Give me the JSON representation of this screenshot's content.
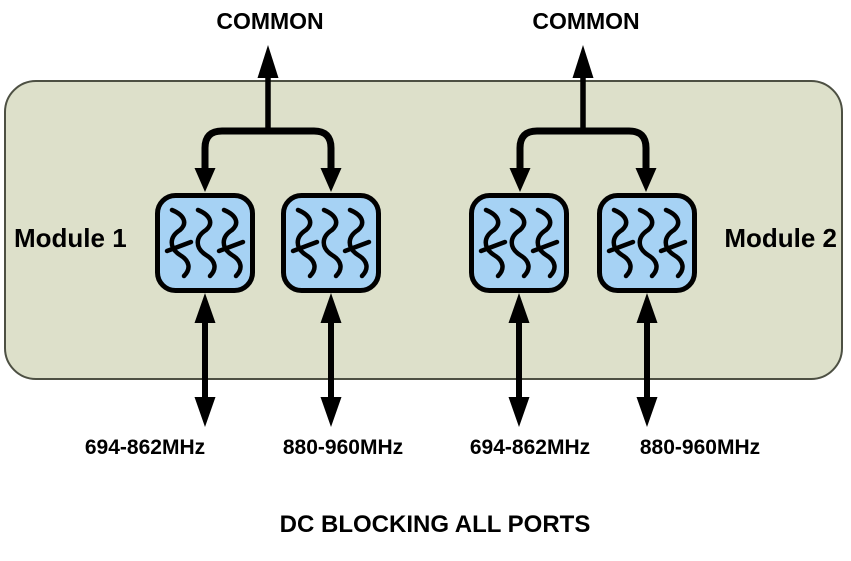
{
  "modules": [
    {
      "label": "Module 1",
      "common_label": "COMMON",
      "filters": [
        {
          "port_label": "694-862MHz"
        },
        {
          "port_label": "880-960MHz"
        }
      ]
    },
    {
      "label": "Module 2",
      "common_label": "COMMON",
      "filters": [
        {
          "port_label": "694-862MHz"
        },
        {
          "port_label": "880-960MHz"
        }
      ]
    }
  ],
  "footer": {
    "note": "DC BLOCKING ALL PORTS"
  },
  "icons": {
    "filter_symbol": "squiggle-filter-icon",
    "common_arrow": "up-arrow-icon",
    "splitter": "split-branch-arrows-icon",
    "port_arrow": "double-headed-vertical-arrow-icon"
  },
  "colors": {
    "background": "#ffffff",
    "enclosure_fill": "#dde0ca",
    "enclosure_border": "#4d5043",
    "filter_fill": "#a6d2f4",
    "filter_border": "#000000",
    "arrow": "#000000",
    "text": "#000000"
  }
}
